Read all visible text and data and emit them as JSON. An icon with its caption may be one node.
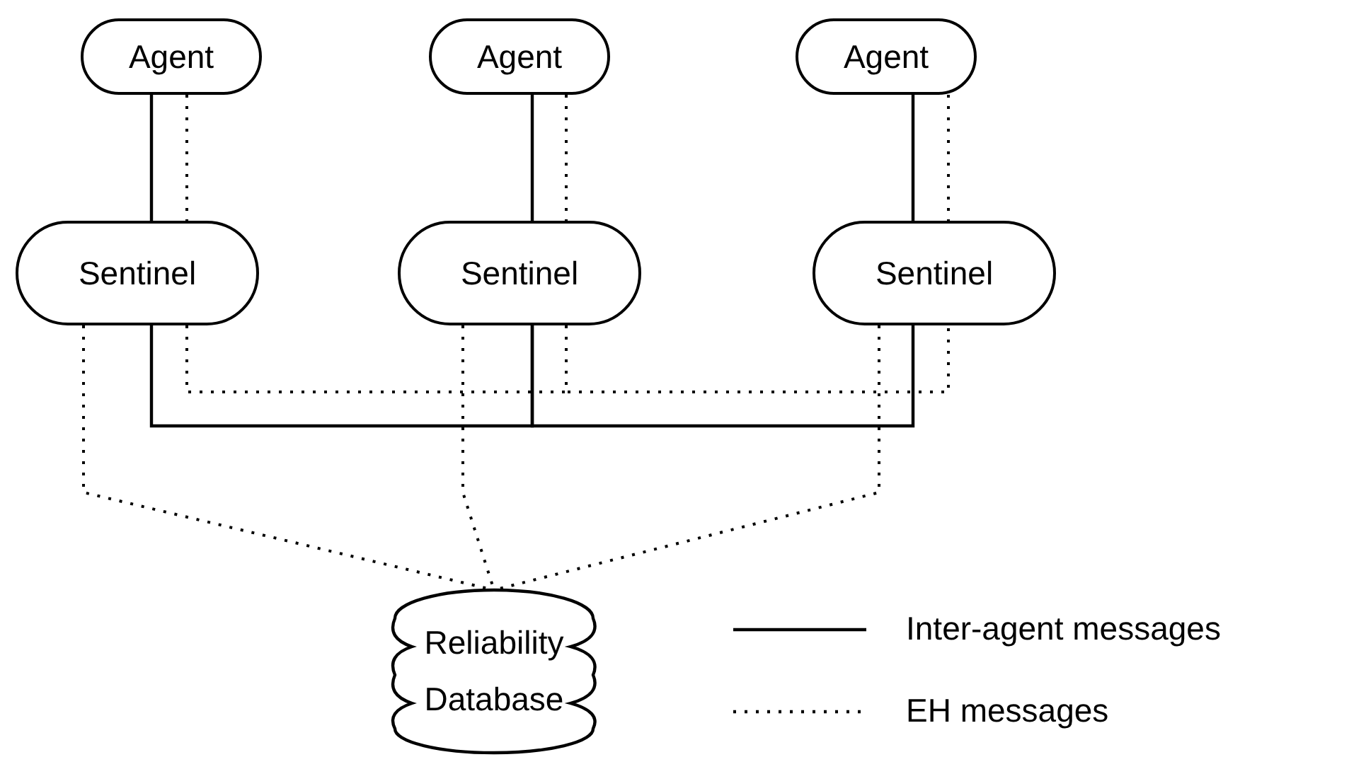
{
  "diagram": {
    "nodes": [
      {
        "text": [
          "Agent"
        ]
      },
      {
        "text": [
          "Agent"
        ]
      },
      {
        "text": [
          "Agent"
        ]
      },
      {
        "text": [
          "Sentinel"
        ]
      },
      {
        "text": [
          "Sentinel"
        ]
      },
      {
        "text": [
          "Sentinel"
        ]
      },
      {
        "text": [
          "Reliability Database"
        ]
      }
    ],
    "edges": [
      {
        "from": 0,
        "to": 3,
        "arrow": "none"
      },
      {
        "from": 0,
        "to": 3,
        "arrow": "none",
        "style": "dashed"
      },
      {
        "from": 1,
        "to": 4,
        "arrow": "none"
      },
      {
        "from": 1,
        "to": 4,
        "arrow": "none",
        "style": "dashed"
      },
      {
        "from": 2,
        "to": 5,
        "arrow": "none"
      },
      {
        "from": 2,
        "to": 5,
        "arrow": "none",
        "style": "dashed"
      },
      {
        "from": 3,
        "to": 4,
        "arrow": "none"
      },
      {
        "from": 4,
        "to": 5,
        "arrow": "none"
      },
      {
        "from": 3,
        "to": 4,
        "arrow": "none",
        "style": "dashed"
      },
      {
        "from": 4,
        "to": 5,
        "arrow": "none",
        "style": "dashed"
      },
      {
        "from": 3,
        "to": 6,
        "arrow": "none",
        "style": "dashed"
      },
      {
        "from": 4,
        "to": 6,
        "arrow": "none",
        "style": "dashed"
      },
      {
        "from": 5,
        "to": 6,
        "arrow": "none",
        "style": "dashed"
      }
    ],
    "legend": [
      {
        "text": "Inter-agent messages"
      },
      {
        "text": "EH messages"
      }
    ]
  }
}
